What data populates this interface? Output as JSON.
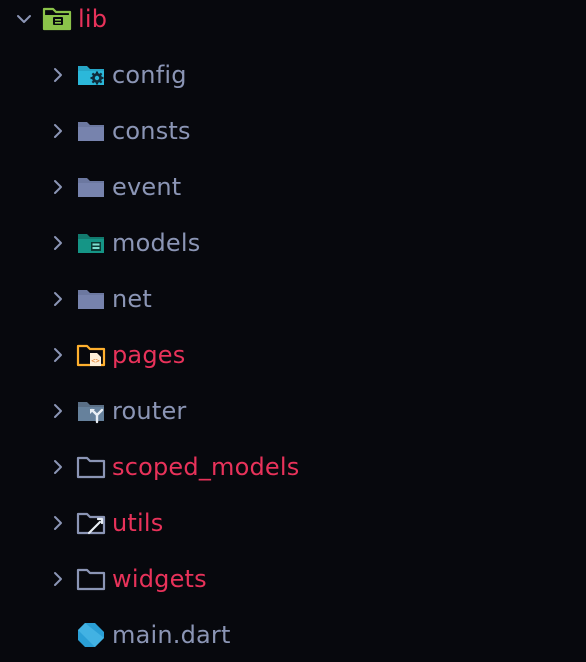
{
  "explorer": {
    "root": {
      "label": "lib",
      "expanded": true,
      "icon": "folder-lib-open-icon",
      "color": "#e8325a"
    },
    "items": [
      {
        "label": "config",
        "icon": "folder-config-icon",
        "color": "#8b95b5",
        "expanded": false
      },
      {
        "label": "consts",
        "icon": "folder-icon",
        "color": "#8b95b5",
        "expanded": false
      },
      {
        "label": "event",
        "icon": "folder-icon",
        "color": "#8b95b5",
        "expanded": false
      },
      {
        "label": "models",
        "icon": "folder-models-icon",
        "color": "#8b95b5",
        "expanded": false
      },
      {
        "label": "net",
        "icon": "folder-icon",
        "color": "#8b95b5",
        "expanded": false
      },
      {
        "label": "pages",
        "icon": "folder-pages-icon",
        "color": "#e8325a",
        "expanded": false
      },
      {
        "label": "router",
        "icon": "folder-router-icon",
        "color": "#8b95b5",
        "expanded": false
      },
      {
        "label": "scoped_models",
        "icon": "folder-outline-icon",
        "color": "#e8325a",
        "expanded": false
      },
      {
        "label": "utils",
        "icon": "folder-utils-icon",
        "color": "#e8325a",
        "expanded": false
      },
      {
        "label": "widgets",
        "icon": "folder-outline-icon",
        "color": "#e8325a",
        "expanded": false
      }
    ],
    "file": {
      "label": "main.dart",
      "icon": "dart-file-icon",
      "color": "#8b95b5"
    }
  }
}
